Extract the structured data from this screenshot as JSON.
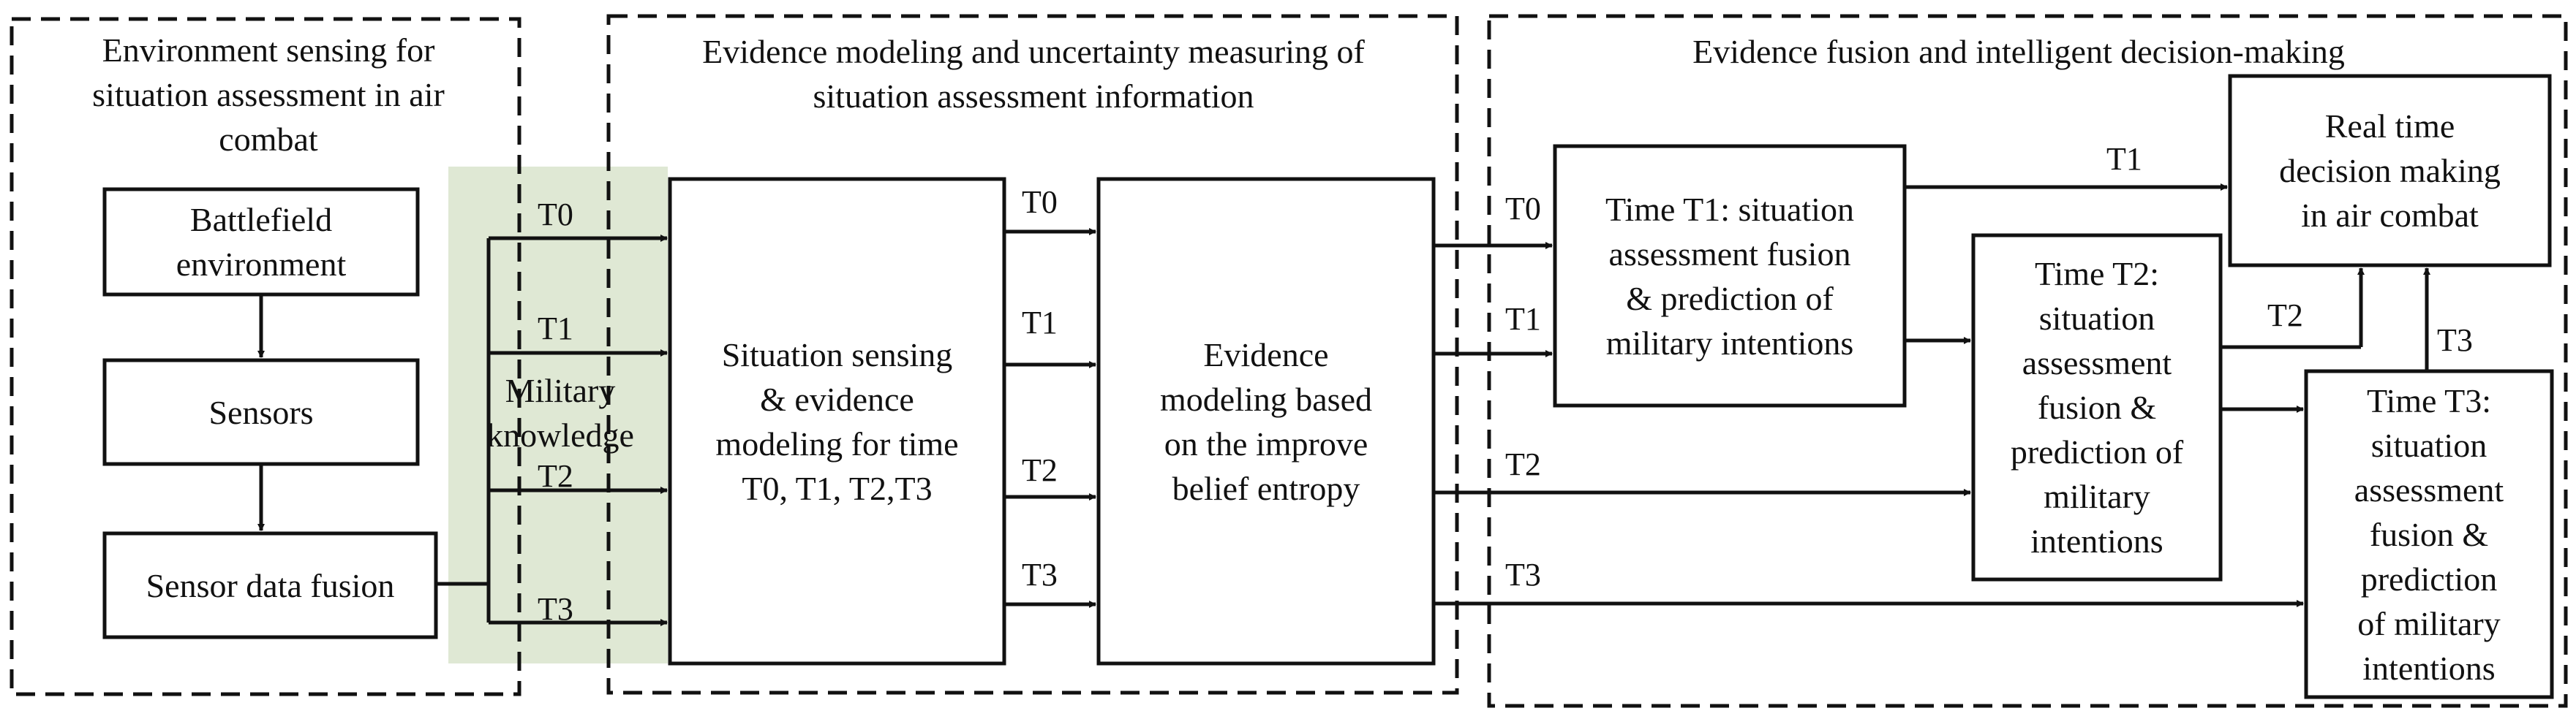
{
  "sections": {
    "env": "Environment sensing for\nsituation assessment in air\ncombat",
    "model": "Evidence modeling and uncertainty measuring of\nsituation assessment information",
    "fusion": "Evidence fusion and intelligent decision-making"
  },
  "boxes": {
    "battlefield": "Battlefield\nenvironment",
    "sensors": "Sensors",
    "sensor_fusion": "Sensor data fusion",
    "knowledge": "Military\nknowledge",
    "sensing": "Situation sensing\n& evidence\nmodeling for time\nT0, T1, T2,T3",
    "evidence": "Evidence\nmodeling based\non the improve\nbelief entropy",
    "t1_fusion": "Time T1: situation\nassessment fusion\n& prediction of\nmilitary intentions",
    "t2_fusion": "Time T2:\nsituation\nassessment\nfusion &\nprediction of\nmilitary\nintentions",
    "t3_fusion": "Time T3:\nsituation\nassessment\nfusion &\nprediction\nof military\nintentions",
    "decision": "Real time\ndecision making\nin air combat"
  },
  "labels": {
    "t0": "T0",
    "t1": "T1",
    "t2": "T2",
    "t3": "T3"
  }
}
